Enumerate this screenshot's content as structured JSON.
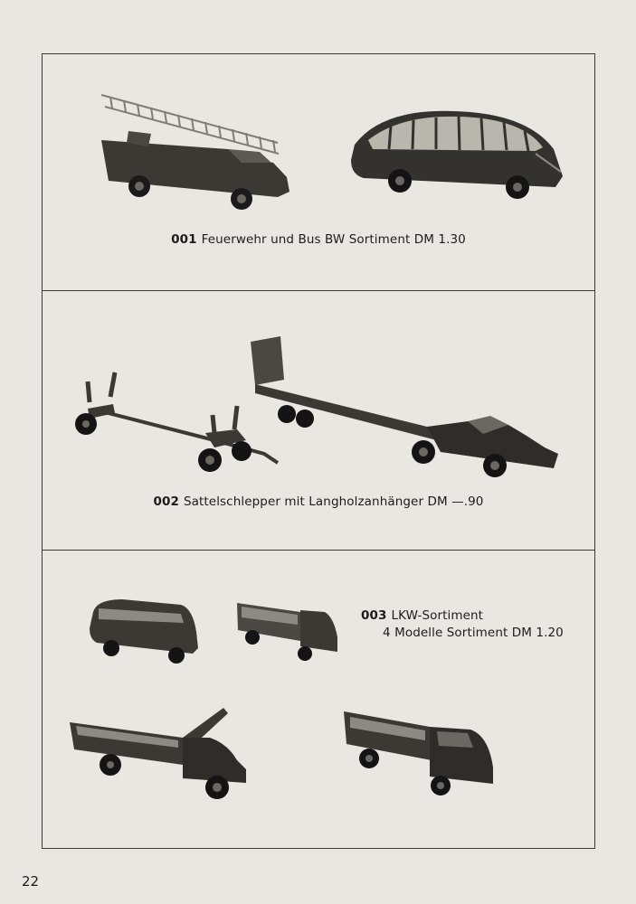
{
  "page": {
    "number": "22"
  },
  "items": [
    {
      "number": "001",
      "text": "Feuerwehr und Bus  BW  Sortiment DM 1.30"
    },
    {
      "number": "002",
      "text": "Sattelschlepper mit Langholzanhänger  DM —.90"
    },
    {
      "number": "003",
      "line1": "LKW-Sortiment",
      "line2": "4 Modelle Sortiment  DM 1.20"
    }
  ],
  "colors": {
    "paper": "#e9e7e2",
    "ink": "#1c1c1c",
    "model": "#3b3934",
    "model_light": "#8c8a84"
  }
}
